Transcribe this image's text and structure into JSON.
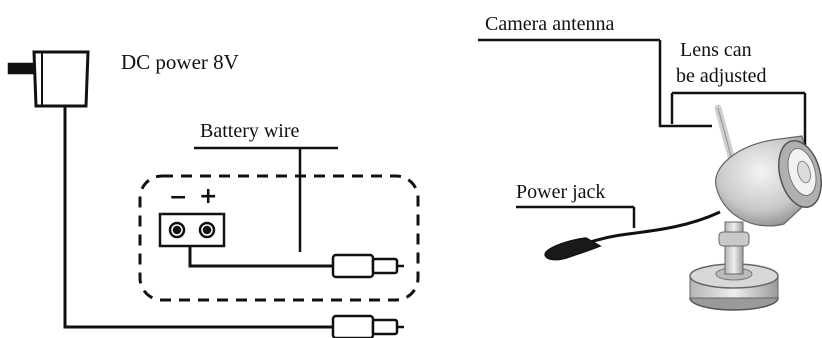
{
  "labels": {
    "dc_power": "DC power 8V",
    "battery_wire": "Battery wire",
    "camera_antenna": "Camera antenna",
    "lens_line1": "Lens can",
    "lens_line2": "be adjusted",
    "power_jack": "Power jack",
    "minus": "−",
    "plus": "+"
  },
  "colors": {
    "ink": "#111111",
    "camera_body": "#cfcfcf",
    "camera_shadow": "#8a8a8a"
  },
  "icons": [
    "power-adapter-icon",
    "battery-box-icon",
    "barrel-plug-icon",
    "camera-icon"
  ]
}
